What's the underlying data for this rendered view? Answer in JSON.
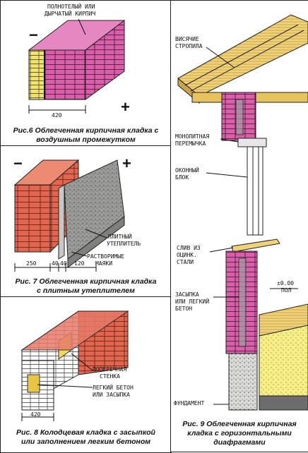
{
  "fig6": {
    "top_label_1": "Полнотелый или",
    "top_label_2": "дырчатый кирпич",
    "minus": "−",
    "plus": "+",
    "dim": "420",
    "caption_1": "Рис.6 Облегченная кирпичная кладка с",
    "caption_2": "воздушным промежутком"
  },
  "fig7": {
    "minus": "−",
    "plus": "+",
    "label_plate_1": "Плитный",
    "label_plate_2": "утеплитель",
    "label_mortar_1": "Растворимые",
    "label_mortar_2": "маяки",
    "dim_1": "250",
    "dim_2": "40",
    "dim_3": "40",
    "dim_4": "120",
    "caption_1": "Рис. 7 Облегченная кирпичная кладка",
    "caption_2": "с плитным утеплителем"
  },
  "fig8": {
    "label_wall_1": "Поперечная",
    "label_wall_2": "стенка",
    "label_fill_1": "Легкий бетон",
    "label_fill_2": "или засыпка",
    "dim": "420",
    "caption_1": "Рис. 8 Колодцевая кладка с засыпкой",
    "caption_2": "или заполнением легким бетоном"
  },
  "fig9": {
    "label_rafters_1": "Висячие",
    "label_rafters_2": "стропила",
    "label_lintel_1": "Монолитная",
    "label_lintel_2": "перемычка",
    "label_window_1": "Оконный",
    "label_window_2": "блок",
    "label_sill_1": "Слив из",
    "label_sill_2": "оцинк.",
    "label_sill_3": "стали",
    "label_fill_1": "Засыпка",
    "label_fill_2": "или легкий",
    "label_fill_3": "бетон",
    "label_level_1": "±0.00",
    "label_level_2": "пол",
    "label_foundation": "Фундамент",
    "caption_1": "Рис. 9 Облегченная кирпичная",
    "caption_2": "кладка с горизонтальными",
    "caption_3": "диафрагмами"
  },
  "colors": {
    "brick_pink": "#d85fa8",
    "brick_red": "#e0664f",
    "brick_yellow": "#f2e36a",
    "insulation_grey": "#9a9a98",
    "wood": "#f0d27a"
  }
}
